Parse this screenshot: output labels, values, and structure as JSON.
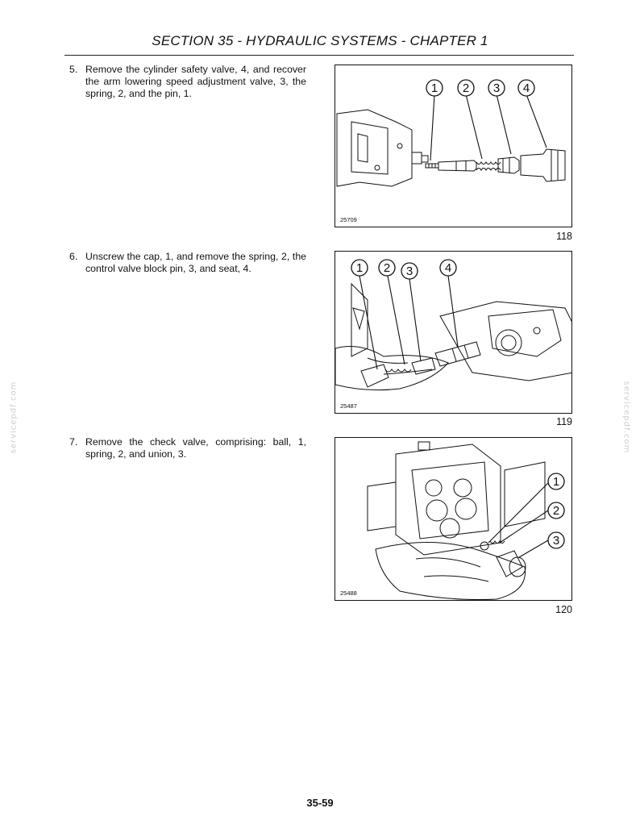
{
  "header": {
    "title": "SECTION 35 - HYDRAULIC SYSTEMS - CHAPTER 1"
  },
  "steps": [
    {
      "number": "5.",
      "text": "Remove the cylinder safety valve, 4, and recover the arm lowering speed adjustment valve, 3, the spring, 2, and the pin, 1."
    },
    {
      "number": "6.",
      "text": "Unscrew the cap, 1, and remove the spring, 2, the control valve block pin, 3, and seat, 4."
    },
    {
      "number": "7.",
      "text": "Remove the check valve, comprising: ball, 1, spring, 2, and union, 3."
    }
  ],
  "figures": [
    {
      "code": "25709",
      "number": "118",
      "callouts": [
        "1",
        "2",
        "3",
        "4"
      ]
    },
    {
      "code": "25487",
      "number": "119",
      "callouts": [
        "1",
        "2",
        "3",
        "4"
      ]
    },
    {
      "code": "25488",
      "number": "120",
      "callouts": [
        "1",
        "2",
        "3"
      ]
    }
  ],
  "watermark": "servicepdf.com",
  "footer": {
    "page_number": "35-59"
  }
}
